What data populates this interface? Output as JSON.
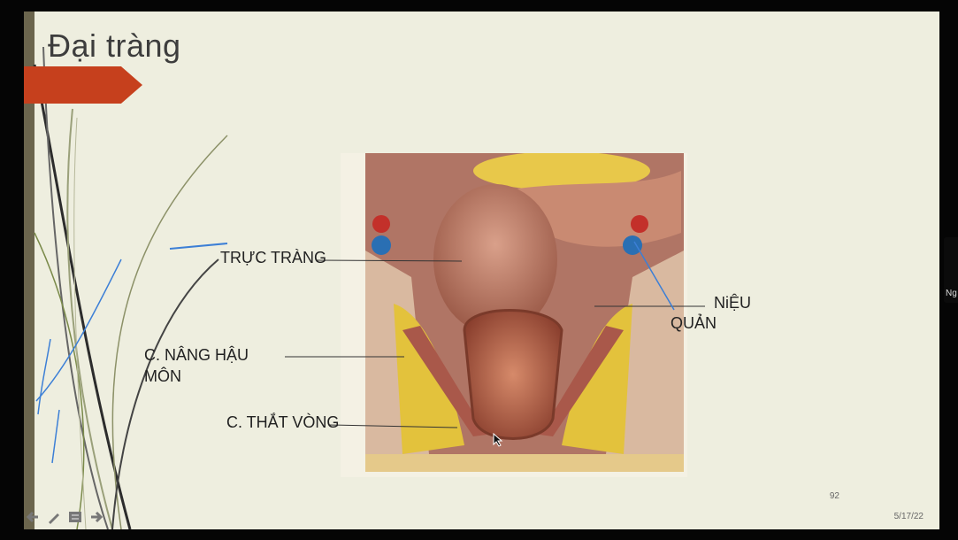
{
  "slide": {
    "title": "Đại tràng",
    "slide_number": "92",
    "date": "5/17/22"
  },
  "labels": {
    "truc_trang": "TRỰC TRÀNG",
    "nieu": "NiỆU",
    "quan": "QUẢN",
    "nang_hau_mon_line1": "C. NÂNG HẬU",
    "nang_hau_mon_line2": "MÔN",
    "that_vong": "C. THẮT VÒNG"
  },
  "side_panel": {
    "text": "Ng"
  },
  "colors": {
    "background": "#eeeedf",
    "accent_arrow": "#c6401d",
    "left_bar": "#6b654d",
    "ink_annotation": "#3c7fd6"
  },
  "icons": [
    "back-arrow-icon",
    "pen-icon",
    "menu-icon",
    "forward-arrow-icon"
  ]
}
